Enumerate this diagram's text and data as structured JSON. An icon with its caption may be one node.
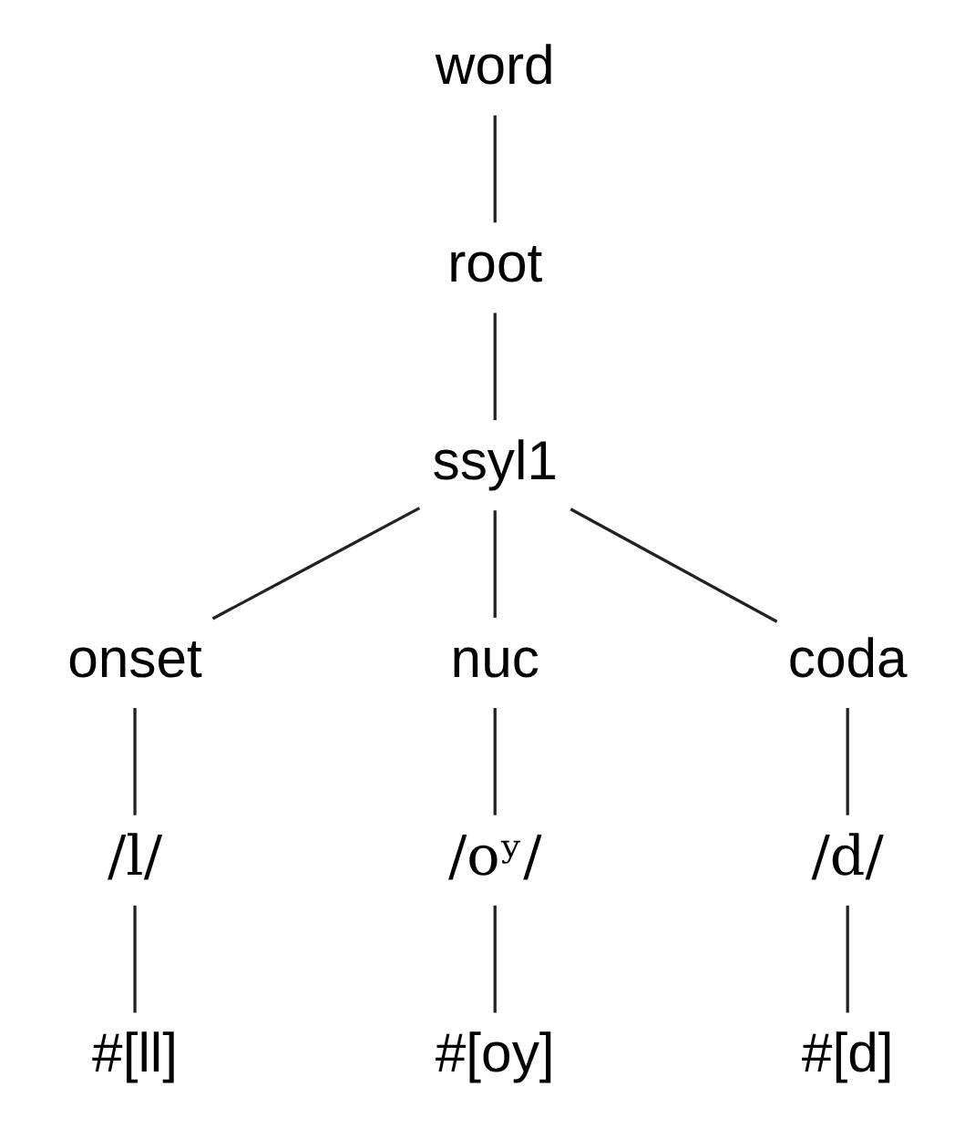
{
  "diagram": {
    "nodes": [
      {
        "text": [
          "word"
        ]
      },
      {
        "text": [
          "root"
        ]
      },
      {
        "text": [
          "ssyl1"
        ]
      },
      {
        "text": [
          "onset"
        ]
      },
      {
        "text": [
          "nuc"
        ]
      },
      {
        "text": [
          "coda"
        ]
      },
      {
        "text": [
          "/l/"
        ]
      },
      {
        "text": [
          "/oʸ/"
        ]
      },
      {
        "text": [
          "/d/"
        ]
      },
      {
        "text": [
          "#[ll]"
        ]
      },
      {
        "text": [
          "#[oy]"
        ]
      },
      {
        "text": [
          "#[d]"
        ]
      }
    ],
    "edges": [
      {
        "from": 0,
        "to": 1,
        "arrow": "none"
      },
      {
        "from": 1,
        "to": 2,
        "arrow": "none"
      },
      {
        "from": 2,
        "to": 3,
        "arrow": "none"
      },
      {
        "from": 2,
        "to": 4,
        "arrow": "none"
      },
      {
        "from": 2,
        "to": 5,
        "arrow": "none"
      },
      {
        "from": 3,
        "to": 6,
        "arrow": "none"
      },
      {
        "from": 4,
        "to": 7,
        "arrow": "none"
      },
      {
        "from": 5,
        "to": 8,
        "arrow": "none"
      },
      {
        "from": 6,
        "to": 9,
        "arrow": "none"
      },
      {
        "from": 7,
        "to": 10,
        "arrow": "none"
      },
      {
        "from": 8,
        "to": 11,
        "arrow": "none"
      }
    ]
  }
}
